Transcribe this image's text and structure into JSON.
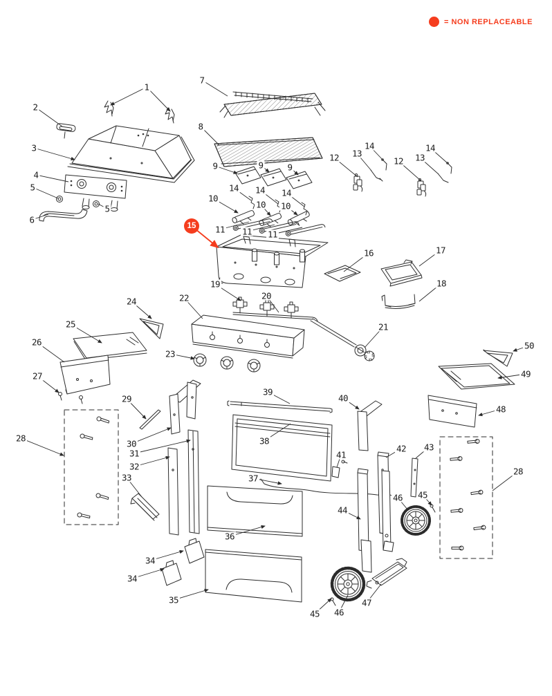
{
  "theme": {
    "accent_color": "#f53d1e",
    "line_color": "#2b2b2b"
  },
  "legend": {
    "text": "= NON REPLACEABLE",
    "dot_icon": "filled-circle",
    "color": "#f53d1e"
  },
  "highlighted_part": {
    "number": "15",
    "style": "orange-badge-with-arrow"
  },
  "parts": [
    {
      "n": "1",
      "l": [
        212,
        126
      ],
      "t": [
        160,
        152
      ],
      "t2": [
        246,
        161
      ],
      "arrow": true
    },
    {
      "n": "2",
      "l": [
        51,
        155
      ],
      "t": [
        90,
        183
      ]
    },
    {
      "n": "3",
      "l": [
        49,
        214
      ],
      "t": [
        108,
        231
      ],
      "arrow": true
    },
    {
      "n": "4",
      "l": [
        52,
        253
      ],
      "t": [
        99,
        263
      ]
    },
    {
      "n": "5",
      "l": [
        47,
        271
      ],
      "t": [
        84,
        287
      ]
    },
    {
      "n": "5",
      "l": [
        155,
        302
      ],
      "t": [
        142,
        295
      ]
    },
    {
      "n": "6",
      "l": [
        46,
        318
      ],
      "t": [
        70,
        310
      ]
    },
    {
      "n": "7",
      "l": [
        292,
        116
      ],
      "t": [
        329,
        139
      ]
    },
    {
      "n": "8",
      "l": [
        290,
        183
      ],
      "t": [
        317,
        210
      ]
    },
    {
      "n": "9",
      "l": [
        311,
        240
      ],
      "t": [
        343,
        251
      ],
      "arrow": true
    },
    {
      "n": "9",
      "l": [
        377,
        239
      ],
      "t": [
        389,
        249
      ],
      "arrow": true
    },
    {
      "n": "9",
      "l": [
        419,
        242
      ],
      "t": [
        431,
        253
      ],
      "arrow": true
    },
    {
      "n": "10",
      "l": [
        308,
        287
      ],
      "t": [
        344,
        308
      ],
      "arrow": true
    },
    {
      "n": "10",
      "l": [
        377,
        296
      ],
      "t": [
        391,
        312
      ],
      "arrow": true
    },
    {
      "n": "10",
      "l": [
        413,
        298
      ],
      "t": [
        430,
        311
      ],
      "arrow": true
    },
    {
      "n": "11",
      "l": [
        318,
        332
      ],
      "t": [
        360,
        321
      ]
    },
    {
      "n": "11",
      "l": [
        357,
        335
      ],
      "t": [
        397,
        325
      ]
    },
    {
      "n": "11",
      "l": [
        394,
        339
      ],
      "t": [
        437,
        329
      ]
    },
    {
      "n": "14",
      "l": [
        338,
        272
      ],
      "t": [
        363,
        290
      ]
    },
    {
      "n": "14",
      "l": [
        376,
        275
      ],
      "t": [
        402,
        295
      ]
    },
    {
      "n": "14",
      "l": [
        414,
        279
      ],
      "t": [
        440,
        299
      ]
    },
    {
      "n": "12",
      "l": [
        483,
        228
      ],
      "t": [
        517,
        256
      ]
    },
    {
      "n": "13",
      "l": [
        516,
        222
      ],
      "t": [
        537,
        247
      ]
    },
    {
      "n": "14",
      "l": [
        534,
        211
      ],
      "t": [
        554,
        232
      ]
    },
    {
      "n": "12",
      "l": [
        576,
        233
      ],
      "t": [
        609,
        262
      ]
    },
    {
      "n": "13",
      "l": [
        607,
        228
      ],
      "t": [
        634,
        252
      ]
    },
    {
      "n": "14",
      "l": [
        622,
        214
      ],
      "t": [
        648,
        237
      ]
    },
    {
      "n": "15",
      "l": [
        277,
        327
      ],
      "t": [
        315,
        358
      ],
      "arrow": true,
      "highlight": true
    },
    {
      "n": "16",
      "l": [
        533,
        366
      ],
      "t": [
        497,
        393
      ]
    },
    {
      "n": "17",
      "l": [
        637,
        362
      ],
      "t": [
        606,
        385
      ]
    },
    {
      "n": "18",
      "l": [
        638,
        410
      ],
      "t": [
        606,
        436
      ]
    },
    {
      "n": "19",
      "l": [
        311,
        411
      ],
      "t": [
        348,
        435
      ],
      "arrow": true
    },
    {
      "n": "20",
      "l": [
        385,
        428
      ],
      "t": [
        403,
        452
      ]
    },
    {
      "n": "21",
      "l": [
        554,
        473
      ],
      "t": [
        527,
        503
      ]
    },
    {
      "n": "22",
      "l": [
        266,
        431
      ],
      "t": [
        293,
        461
      ]
    },
    {
      "n": "23",
      "l": [
        246,
        512
      ],
      "t": [
        281,
        519
      ],
      "arrow": true
    },
    {
      "n": "24",
      "l": [
        190,
        436
      ],
      "t": [
        219,
        461
      ],
      "arrow": true
    },
    {
      "n": "25",
      "l": [
        102,
        469
      ],
      "t": [
        147,
        496
      ],
      "arrow": true
    },
    {
      "n": "26",
      "l": [
        53,
        495
      ],
      "t": [
        93,
        524
      ]
    },
    {
      "n": "27",
      "l": [
        54,
        544
      ],
      "t": [
        85,
        568
      ],
      "arrow": true
    },
    {
      "n": "28",
      "l": [
        30,
        634
      ],
      "t": [
        92,
        659
      ],
      "arrow": true
    },
    {
      "n": "29",
      "l": [
        183,
        577
      ],
      "t": [
        211,
        606
      ],
      "arrow": true
    },
    {
      "n": "30",
      "l": [
        190,
        642
      ],
      "t": [
        247,
        619
      ],
      "arrow": true
    },
    {
      "n": "31",
      "l": [
        194,
        656
      ],
      "t": [
        275,
        637
      ],
      "arrow": true
    },
    {
      "n": "32",
      "l": [
        194,
        675
      ],
      "t": [
        245,
        661
      ],
      "arrow": true
    },
    {
      "n": "33",
      "l": [
        183,
        691
      ],
      "t": [
        205,
        719
      ]
    },
    {
      "n": "34",
      "l": [
        217,
        811
      ],
      "t": [
        265,
        797
      ],
      "arrow": true
    },
    {
      "n": "34",
      "l": [
        191,
        837
      ],
      "t": [
        237,
        823
      ],
      "arrow": true
    },
    {
      "n": "35",
      "l": [
        251,
        868
      ],
      "t": [
        301,
        853
      ],
      "arrow": true
    },
    {
      "n": "36",
      "l": [
        332,
        776
      ],
      "t": [
        383,
        761
      ],
      "arrow": true
    },
    {
      "n": "37",
      "l": [
        366,
        692
      ],
      "t": [
        407,
        700
      ],
      "arrow": true
    },
    {
      "n": "38",
      "l": [
        382,
        638
      ],
      "t": [
        420,
        613
      ]
    },
    {
      "n": "39",
      "l": [
        387,
        567
      ],
      "t": [
        419,
        584
      ]
    },
    {
      "n": "40",
      "l": [
        496,
        576
      ],
      "t": [
        519,
        592
      ],
      "arrow": true
    },
    {
      "n": "41",
      "l": [
        493,
        658
      ],
      "t": [
        487,
        676
      ]
    },
    {
      "n": "42",
      "l": [
        580,
        649
      ],
      "t": [
        558,
        662
      ]
    },
    {
      "n": "43",
      "l": [
        620,
        647
      ],
      "t": [
        601,
        663
      ]
    },
    {
      "n": "44",
      "l": [
        495,
        738
      ],
      "t": [
        521,
        751
      ],
      "arrow": true
    },
    {
      "n": "45",
      "l": [
        611,
        716
      ],
      "t": [
        624,
        731
      ],
      "arrow": true
    },
    {
      "n": "45",
      "l": [
        455,
        888
      ],
      "t": [
        479,
        866
      ],
      "arrow": true
    },
    {
      "n": "46",
      "l": [
        575,
        720
      ],
      "t": [
        589,
        737
      ]
    },
    {
      "n": "46",
      "l": [
        490,
        886
      ],
      "t": [
        503,
        861
      ]
    },
    {
      "n": "47",
      "l": [
        530,
        872
      ],
      "t": [
        551,
        845
      ]
    },
    {
      "n": "48",
      "l": [
        724,
        592
      ],
      "t": [
        692,
        601
      ],
      "arrow": true
    },
    {
      "n": "49",
      "l": [
        760,
        541
      ],
      "t": [
        720,
        547
      ],
      "arrow": true
    },
    {
      "n": "50",
      "l": [
        765,
        500
      ],
      "t": [
        742,
        508
      ],
      "arrow": true
    },
    {
      "n": "28",
      "l": [
        749,
        682
      ],
      "t": [
        712,
        710
      ]
    }
  ]
}
